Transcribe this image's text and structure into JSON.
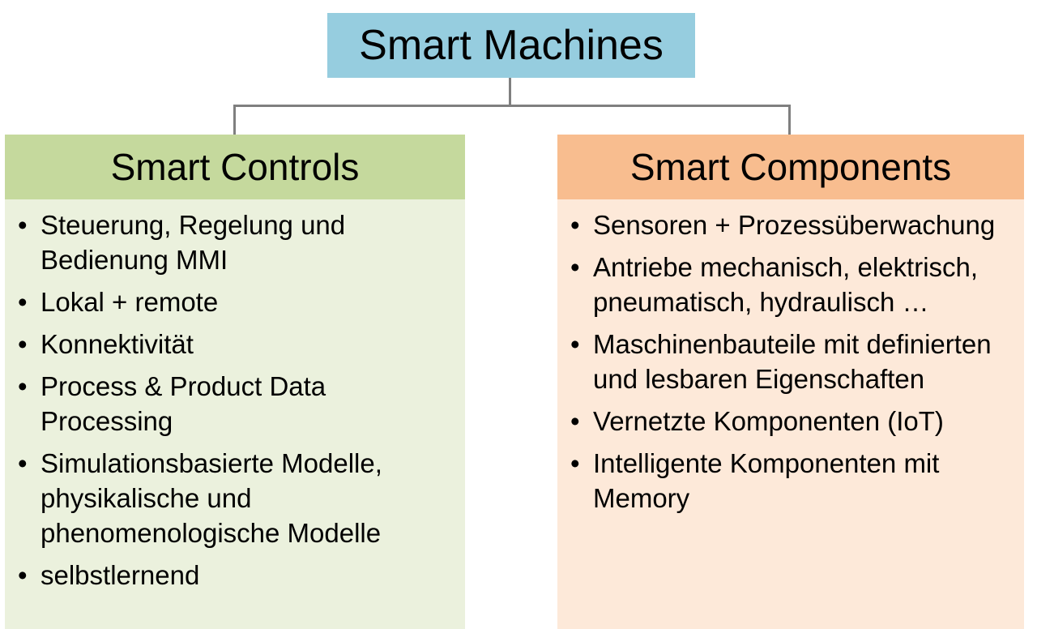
{
  "root": {
    "title": "Smart Machines",
    "color": "#96cddf"
  },
  "connector_color": "#7f7f7f",
  "branches": [
    {
      "title": "Smart Controls",
      "header_color": "#c5d99d",
      "body_color": "#ebf1dd",
      "items": [
        "Steuerung, Regelung und Bedienung MMI",
        "Lokal + remote",
        "Konnektivität",
        "Process & Product Data Processing",
        "Simulationsbasierte Modelle, physikalische und phenomenologische Modelle",
        "selbstlernend"
      ]
    },
    {
      "title": "Smart Components",
      "header_color": "#f8bd8f",
      "body_color": "#fde9d9",
      "items": [
        "Sensoren + Prozessüberwachung",
        "Antriebe mechanisch, elektrisch, pneumatisch, hydraulisch …",
        "Maschinenbauteile mit definierten und lesbaren Eigenschaften",
        "Vernetzte Komponenten (IoT)",
        "Intelligente Komponenten mit Memory"
      ]
    }
  ]
}
